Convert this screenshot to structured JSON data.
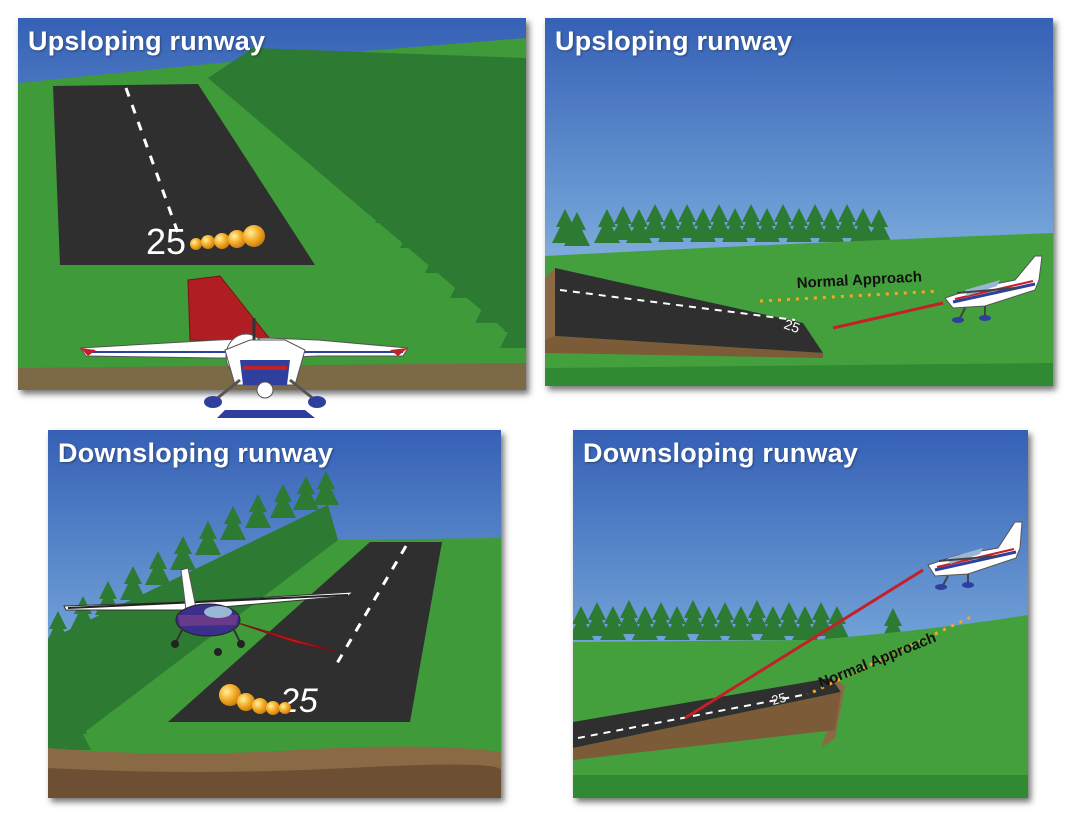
{
  "panels": [
    {
      "title": "Upsloping runway",
      "runway_number": "25",
      "view": "pilot"
    },
    {
      "title": "Upsloping runway",
      "approach_label": "Normal Approach",
      "runway_number": "25",
      "view": "side"
    },
    {
      "title": "Downsloping runway",
      "runway_number": "25",
      "view": "pilot"
    },
    {
      "title": "Downsloping runway",
      "approach_label": "Normal Approach",
      "runway_number": "25",
      "view": "side"
    }
  ],
  "colors": {
    "sky_top": "#3a66b8",
    "sky_bottom": "#a9cde6",
    "grass": "#3f9a3a",
    "tree": "#2d7a32",
    "runway": "#2f2f2f",
    "dirt": "#8a6a45",
    "glide_path_actual": "#c42027",
    "glide_path_normal": "#f5a623",
    "plane_body": "#ffffff",
    "plane_stripe": "#2e3f9e"
  }
}
